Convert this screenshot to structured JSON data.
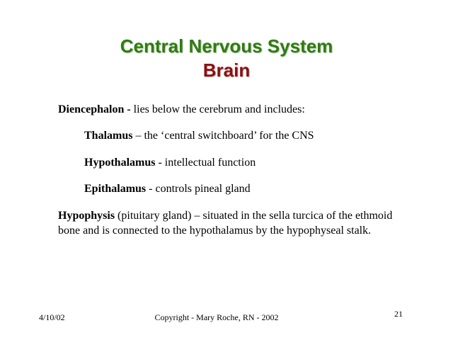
{
  "slide": {
    "title_line1": "Central Nervous System",
    "title_line2": "Brain",
    "diencephalon": {
      "term": "Diencephalon -",
      "text": " lies below the cerebrum and includes:"
    },
    "items": [
      {
        "term": "Thalamus",
        "text": " – the ‘central switchboard’ for the CNS"
      },
      {
        "term": "Hypothalamus",
        "text": " - intellectual function"
      },
      {
        "term": "Epithalamus",
        "text": " - controls pineal gland"
      }
    ],
    "hypophysis": {
      "term": "Hypophysis",
      "text": " (pituitary gland) – situated in the sella turcica of the ethmoid bone and is connected to the hypothalamus by the hypophyseal stalk."
    }
  },
  "footer": {
    "date": "4/10/02",
    "copyright": "Copyright - Mary Roche, RN - 2002",
    "page_number": "21"
  }
}
